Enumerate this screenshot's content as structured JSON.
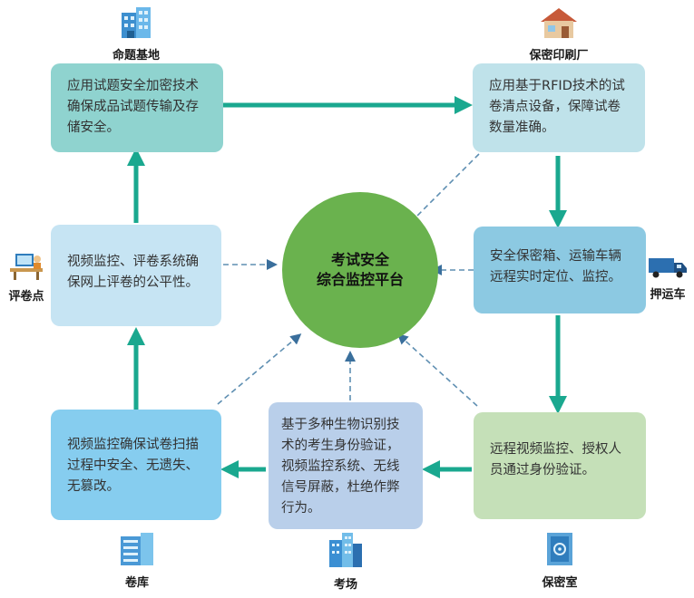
{
  "center": {
    "line1": "考试安全",
    "line2": "综合监控平台",
    "color": "#6ab24e"
  },
  "nodes": {
    "exam_base": {
      "label": "命题基地",
      "icon": "office-building-icon",
      "text": "应用试题安全加密技术确保成品试题传输及存储安全。",
      "color": "#8fd3cf"
    },
    "print_factory": {
      "label": "保密印刷厂",
      "icon": "factory-house-icon",
      "text": "应用基于RFID技术的试卷清点设备，保障试卷数量准确。",
      "color": "#bfe2ea"
    },
    "transport": {
      "label": "押运车",
      "icon": "truck-icon",
      "text": "安全保密箱、运输车辆远程实时定位、监控。",
      "color": "#8cc9e2"
    },
    "secure_room": {
      "label": "保密室",
      "icon": "safe-building-icon",
      "text": "远程视频监控、授权人员通过身份验证。",
      "color": "#c5e0b8"
    },
    "exam_site": {
      "label": "考场",
      "icon": "exam-site-building-icon",
      "text": "基于多种生物识别技术的考生身份验证，视频监控系统、无线信号屏蔽，杜绝作弊行为。",
      "color": "#b9cfea"
    },
    "paper_store": {
      "label": "卷库",
      "icon": "archive-warehouse-icon",
      "text": "视频监控确保试卷扫描过程中安全、无遗失、无篡改。",
      "color": "#86cdef"
    },
    "grading_point": {
      "label": "评卷点",
      "icon": "grading-desk-icon",
      "text": "视频监控、评卷系统确保网上评卷的公平性。",
      "color": "#c6e4f3"
    }
  },
  "colors": {
    "flow_arrow": "#1aa88f",
    "dashed_arrow": "#5f8fb2"
  }
}
